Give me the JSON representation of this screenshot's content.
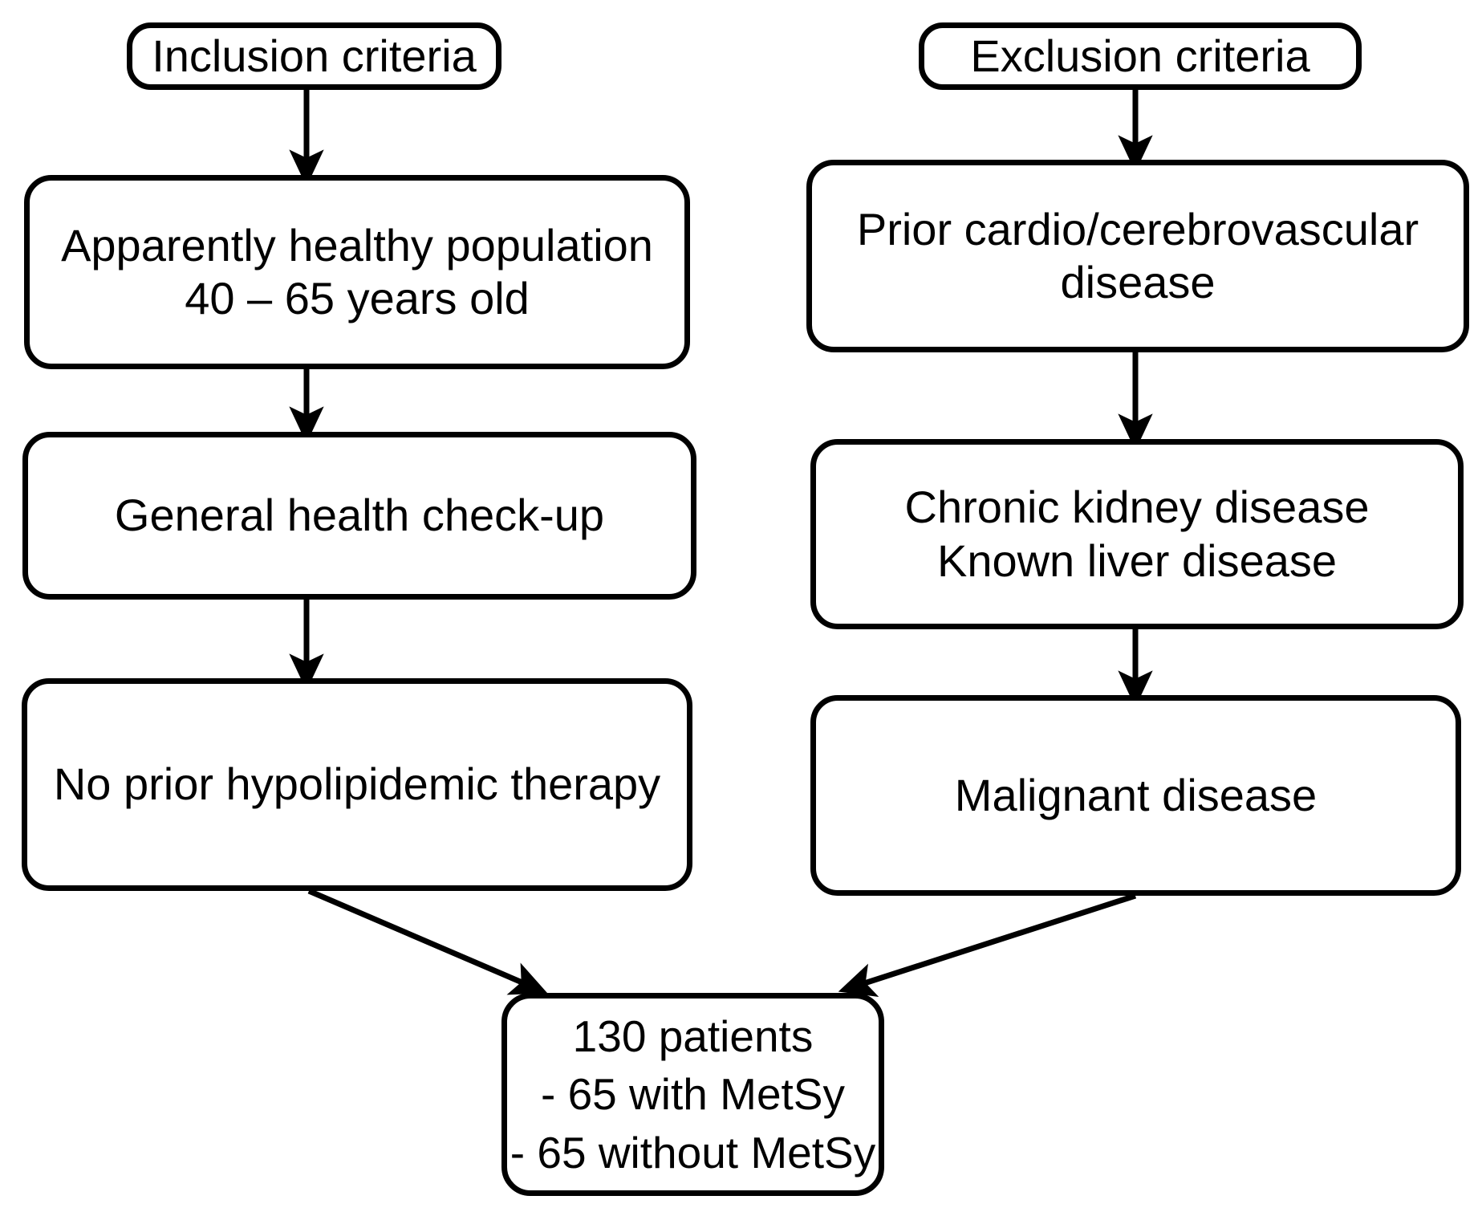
{
  "diagram": {
    "title": "Study population selection flowchart",
    "background_color": "#ffffff",
    "stroke_color": "#000000",
    "columns": [
      {
        "name": "inclusion",
        "header": "Inclusion criteria",
        "steps": [
          "Apparently healthy population\n40 – 65 years old",
          "General health check-up",
          "No prior hypolipidemic therapy"
        ]
      },
      {
        "name": "exclusion",
        "header": "Exclusion criteria",
        "steps": [
          "Prior cardio/cerebrovascular\ndisease",
          "Chronic kidney disease\nKnown liver disease",
          "Malignant disease"
        ]
      }
    ],
    "result": {
      "line1": "130 patients",
      "line2": "- 65 with MetSy",
      "line3": "- 65 without MetSy"
    }
  }
}
